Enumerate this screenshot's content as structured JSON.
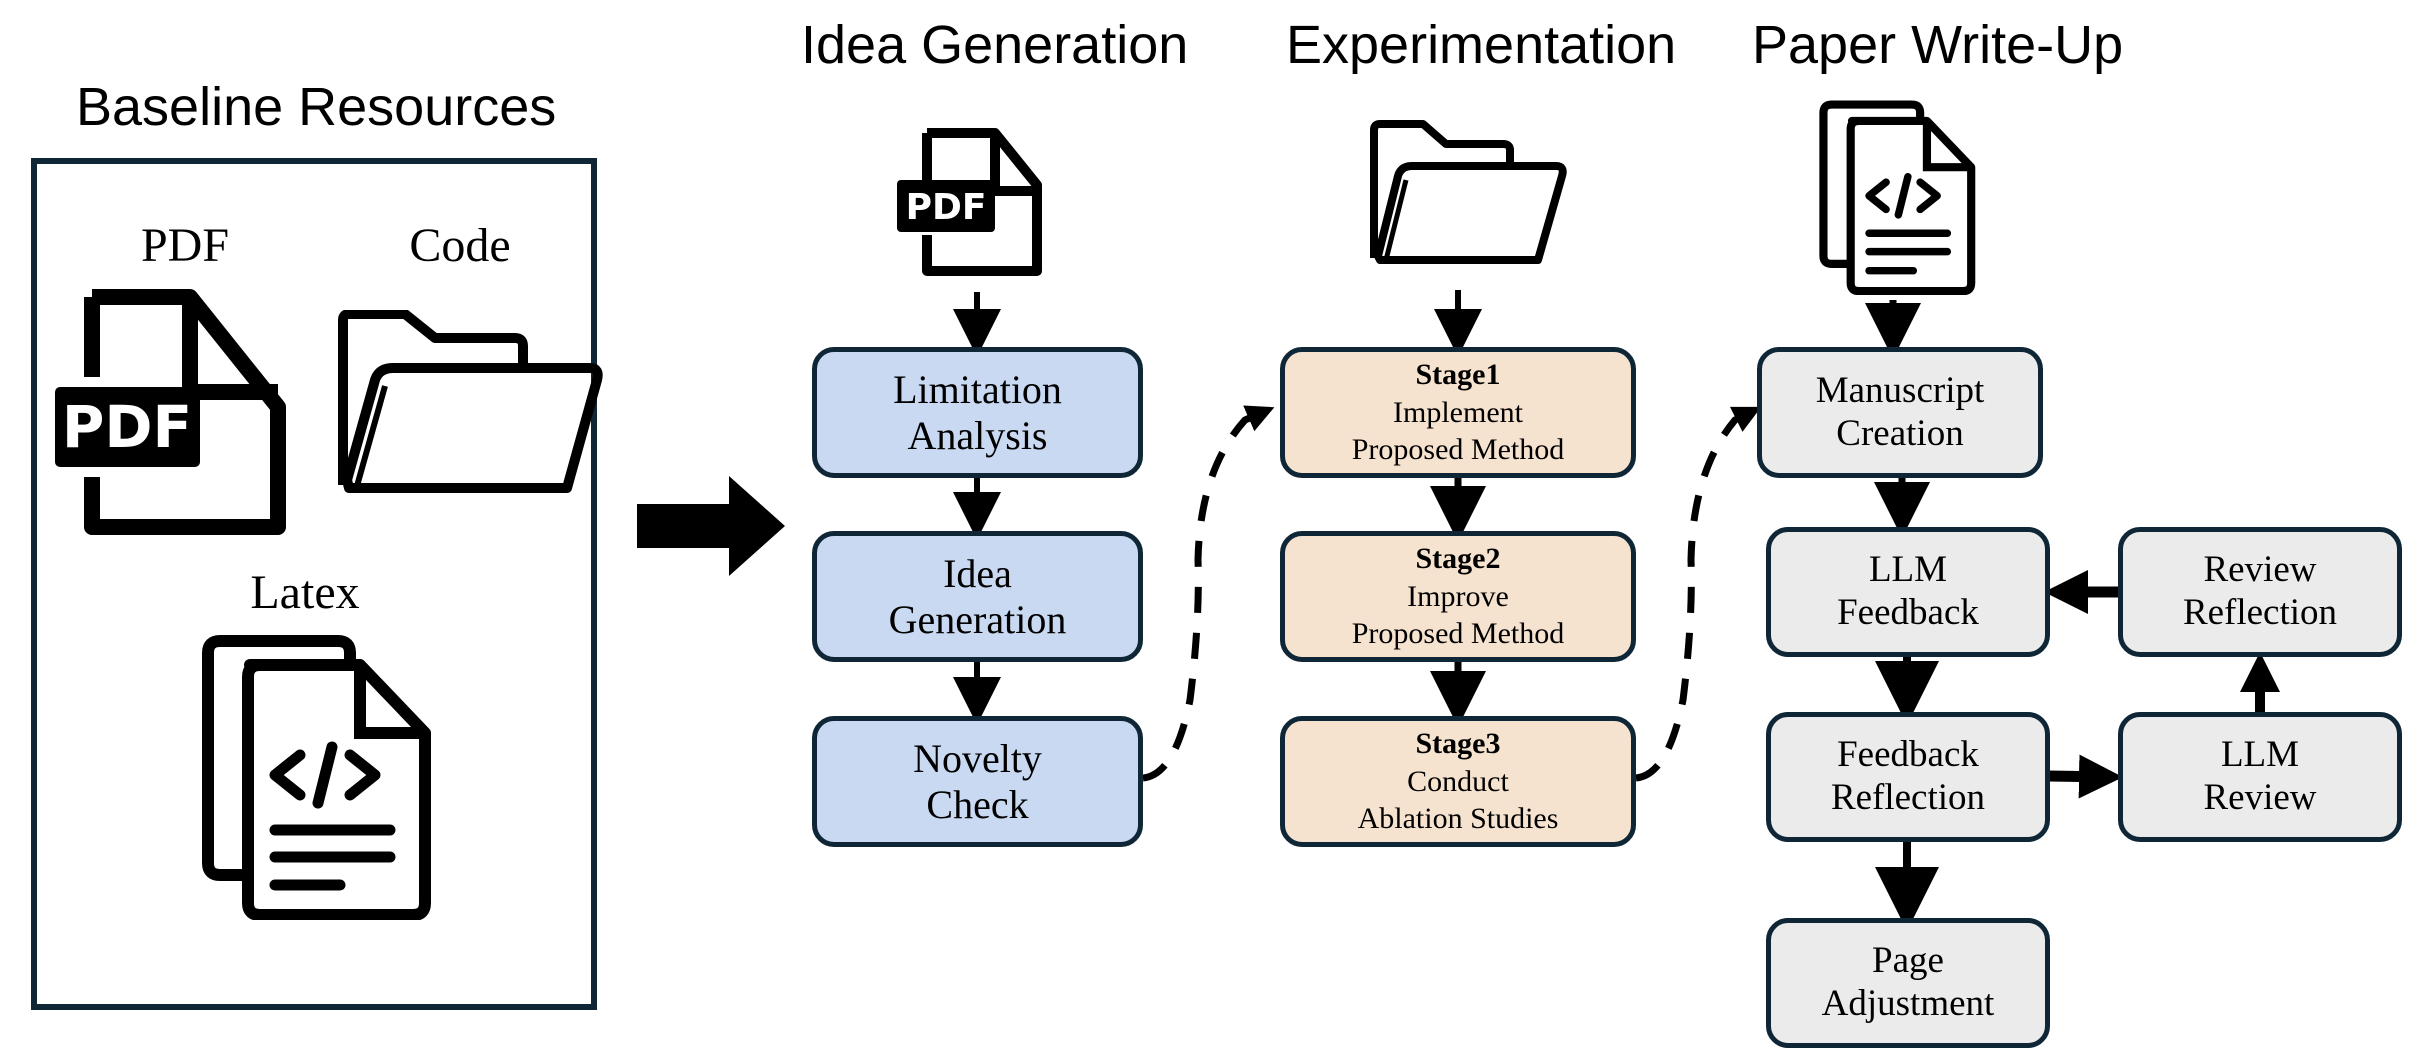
{
  "baseline": {
    "title": "Baseline Resources",
    "items": [
      {
        "label": "PDF",
        "icon": "pdf-file-icon"
      },
      {
        "label": "Code",
        "icon": "open-folder-icon"
      },
      {
        "label": "Latex",
        "icon": "code-document-icon"
      }
    ]
  },
  "columns": {
    "idea": {
      "title": "Idea Generation",
      "icon": "pdf-file-icon",
      "steps": [
        {
          "line1": "Limitation",
          "line2": "Analysis"
        },
        {
          "line1": "Idea",
          "line2": "Generation"
        },
        {
          "line1": "Novelty",
          "line2": "Check"
        }
      ]
    },
    "experiment": {
      "title": "Experimentation",
      "icon": "open-folder-icon",
      "steps": [
        {
          "stage": "Stage1",
          "line1": "Implement",
          "line2": "Proposed Method"
        },
        {
          "stage": "Stage2",
          "line1": "Improve",
          "line2": "Proposed Method"
        },
        {
          "stage": "Stage3",
          "line1": "Conduct",
          "line2": "Ablation Studies"
        }
      ]
    },
    "writeup": {
      "title": "Paper Write-Up",
      "icon": "code-document-icon",
      "steps": {
        "manuscript": {
          "line1": "Manuscript",
          "line2": "Creation"
        },
        "llm_feedback": {
          "line1": "LLM",
          "line2": "Feedback"
        },
        "review_reflection": {
          "line1": "Review",
          "line2": "Reflection"
        },
        "feedback_reflection": {
          "line1": "Feedback",
          "line2": "Reflection"
        },
        "llm_review": {
          "line1": "LLM",
          "line2": "Review"
        },
        "page_adjustment": {
          "line1": "Page",
          "line2": "Adjustment"
        }
      }
    }
  },
  "colors": {
    "idea_fill": "#c9d9f2",
    "experiment_fill": "#f6e3cf",
    "writeup_fill": "#ebebeb",
    "border": "#0f2636"
  }
}
